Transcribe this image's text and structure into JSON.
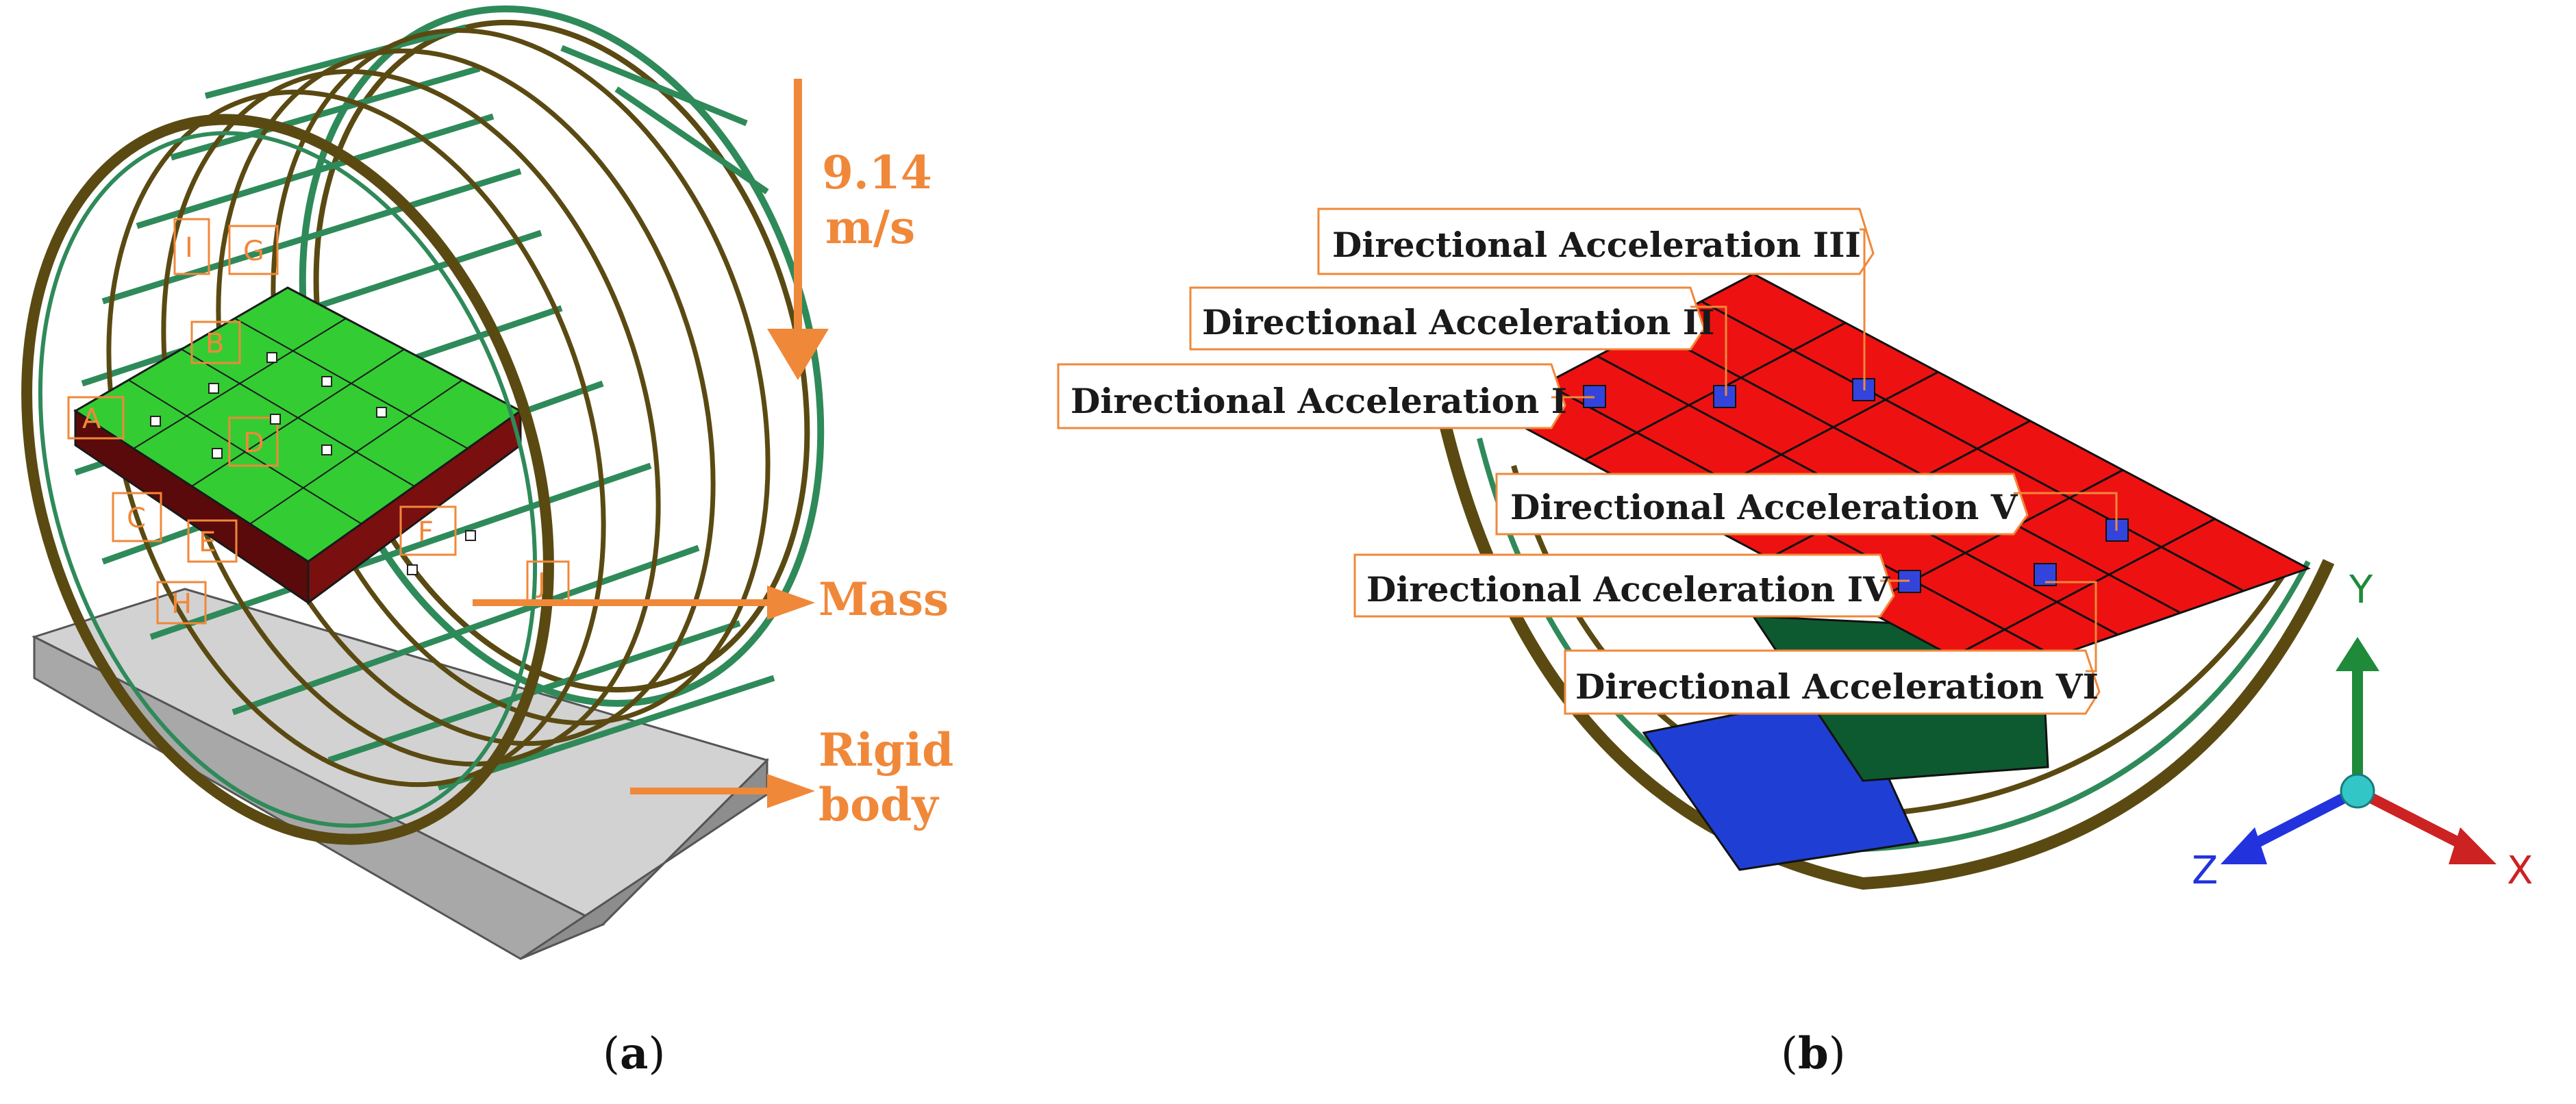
{
  "panel_a": {
    "velocity_value": "9.14",
    "velocity_unit": "m/s",
    "mass_label": "Mass",
    "rigid_body_line1": "Rigid",
    "rigid_body_line2": "body",
    "point_tags": [
      "A",
      "B",
      "C",
      "D",
      "E",
      "F",
      "G",
      "H",
      "I",
      "J"
    ],
    "caption_open": "(",
    "caption_letter": "a",
    "caption_close": ")"
  },
  "panel_b": {
    "callouts": [
      "Directional Acceleration III",
      "Directional Acceleration II",
      "Directional Acceleration I",
      "Directional Acceleration V",
      "Directional Acceleration IV",
      "Directional Acceleration VI"
    ],
    "axes": {
      "y": "Y",
      "z": "Z",
      "x": "X"
    },
    "caption_open": "(",
    "caption_letter": "b",
    "caption_close": ")"
  },
  "colors": {
    "annotation_orange": "#f0883a",
    "frame_olive": "#5a4a12",
    "frame_green": "#2f8a5a",
    "mass_green": "#33cc33",
    "mass_red": "#ee1111",
    "base_gray": "#c8c8c8",
    "sensor_blue": "#3344dd",
    "axis_y_green": "#1f8a3a",
    "axis_z_blue": "#2233dd",
    "axis_x_red": "#cc2222"
  }
}
